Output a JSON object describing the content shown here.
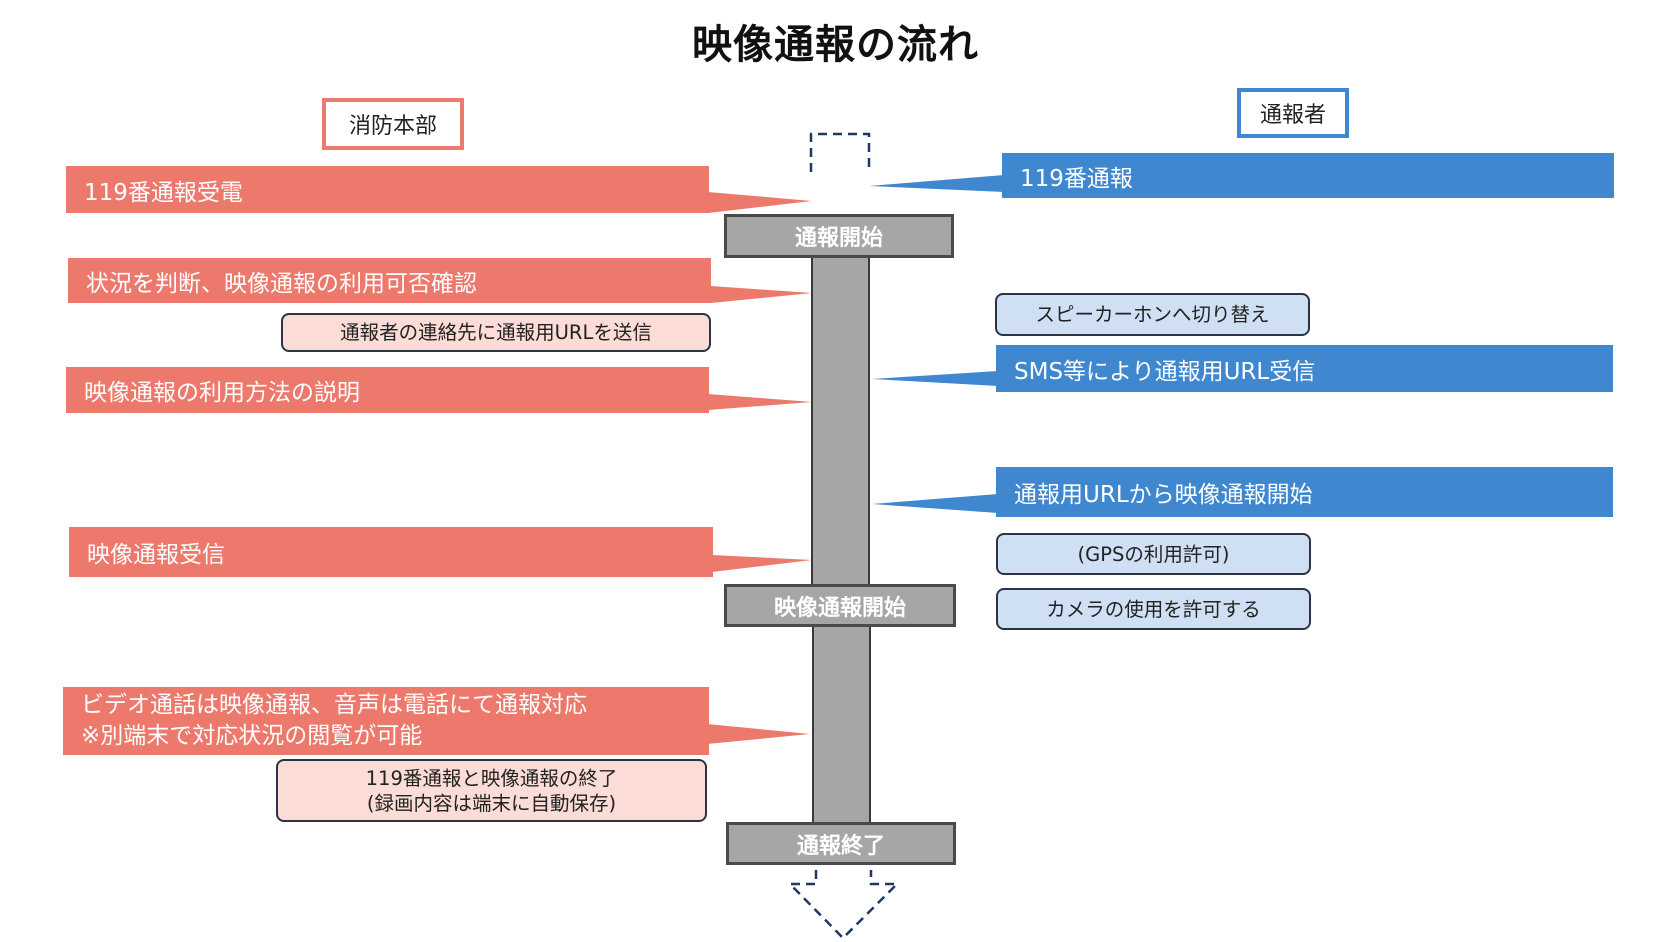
{
  "title": "映像通報の流れ",
  "headers": {
    "fire_dept": "消防本部",
    "reporter": "通報者"
  },
  "fire_dept_steps": [
    "119番通報受電",
    "状況を判断、映像通報の利用可否確認",
    "映像通報の利用方法の説明",
    "映像通報受信",
    {
      "line1": "ビデオ通話は映像通報、音声は電話にて通報対応",
      "line2": "※別端末で対応状況の閲覧が可能"
    }
  ],
  "fire_dept_notes": [
    "通報者の連絡先に通報用URLを送信",
    {
      "line1": "119番通報と映像通報の終了",
      "line2": "(録画内容は端末に自動保存)"
    }
  ],
  "reporter_steps": [
    "119番通報",
    "SMS等により通報用URL受信",
    "通報用URLから映像通報開始"
  ],
  "reporter_notes": [
    "スピーカーホンへ切り替え",
    "(GPSの利用許可)",
    "カメラの使用を許可する"
  ],
  "stages": [
    "通報開始",
    "映像通報開始",
    "通報終了"
  ],
  "colors": {
    "fire_dept": "#ed796d",
    "fire_dept_note": "#fbdcd6",
    "reporter": "#3f88cf",
    "reporter_note": "#cfe0f4",
    "timeline": "#a6a6a6",
    "timeline_border": "#4a4a4a",
    "outline": "#1f3864"
  }
}
